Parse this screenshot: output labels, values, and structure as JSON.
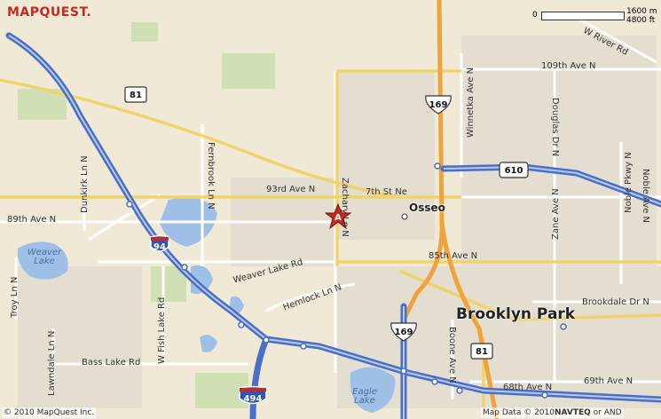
{
  "brand": {
    "logo": "MAPQUEST."
  },
  "scale": {
    "zero": "0",
    "metric": "1600 m",
    "imperial": "4800 ft"
  },
  "copyright": {
    "left": "© 2010 MapQuest Inc.",
    "right_prefix": "Map Data",
    "right_year": "© 2010",
    "navteq": "NAVTEQ",
    "right_suffix": "or AND"
  },
  "marker": {
    "label": "A"
  },
  "cities": {
    "osseo": "Osseo",
    "brooklyn_park": "Brooklyn Park"
  },
  "water": {
    "weaver": "Weaver Lake",
    "eagle": "Eagle Lake"
  },
  "shields": {
    "i94": "94",
    "i494": "494",
    "us169_top": "169",
    "us169_bottom": "169",
    "r610": "610",
    "r81_left": "81",
    "r81_bottom": "81"
  },
  "roads": {
    "93rd": "93rd Ave N",
    "7th": "7th St Ne",
    "89th": "89th Ave N",
    "85th": "85th Ave N",
    "weaver_lake_rd": "Weaver Lake Rd",
    "hemlock": "Hemlock Ln N",
    "brookdale": "Brookdale Dr N",
    "109th": "109th Ave N",
    "bass_lake": "Bass Lake Rd",
    "68th": "68th Ave N",
    "69th": "69th Ave N",
    "w_river_rd": "W River Rd",
    "fernbrook": "Fernbrook Ln N",
    "zachary": "Zachary Ln N",
    "winnetka": "Winnetka Ave N",
    "douglas": "Douglas Dr N",
    "zane": "Zane Ave N",
    "noble": "Noble Pkwy N",
    "noble_ave": "Noble Ave N",
    "dunkirk": "Dunkirk Ln N",
    "troy": "Troy Ln N",
    "w_fish_lake": "W Fish Lake Rd",
    "lawndale": "Lawndale Ln N",
    "boone": "Boone Ave N"
  }
}
